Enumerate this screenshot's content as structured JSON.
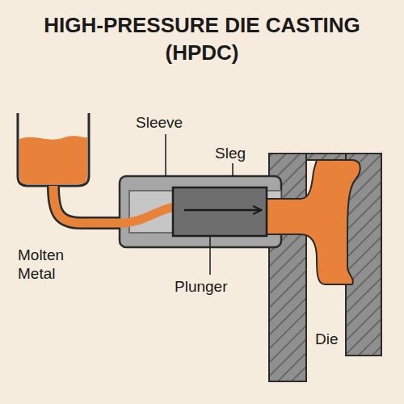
{
  "diagram": {
    "title": "HIGH-PRESSURE DIE CASTING (HPDC)",
    "labels": [
      "Sleeve",
      "Sleg",
      "Molten Metal",
      "Plunger",
      "Die"
    ]
  }
}
